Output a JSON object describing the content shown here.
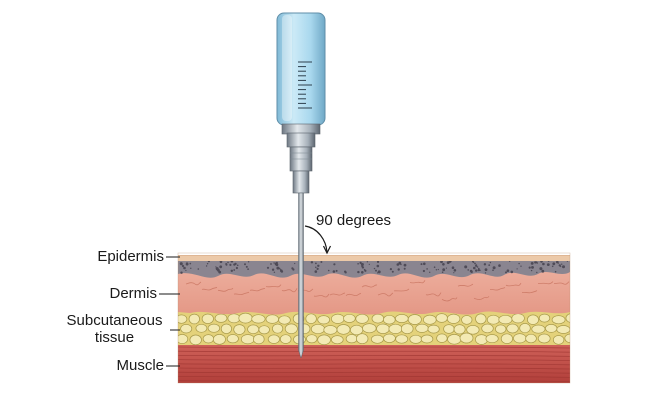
{
  "diagram": {
    "angle_label": "90 degrees",
    "layers": {
      "epidermis": "Epidermis",
      "dermis": "Dermis",
      "subcutaneous_line1": "Subcutaneous",
      "subcutaneous_line2": "tissue",
      "muscle": "Muscle"
    },
    "colors": {
      "epidermis": "#e7c3a3",
      "dermis": "#e9a392",
      "dermis_dots": "#6f6a75",
      "subcutaneous_fat": "#efe4a2",
      "muscle": "#c24c45",
      "syringe_fluid": "#a8d8ee",
      "needle": "#8c96a0"
    }
  }
}
